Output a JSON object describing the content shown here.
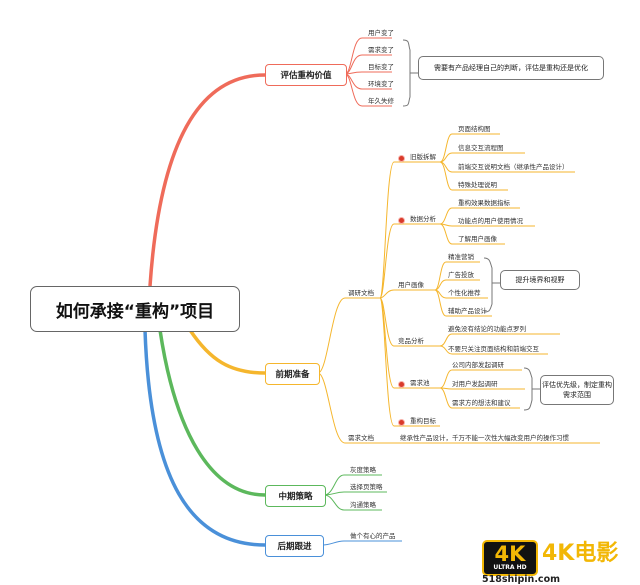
{
  "root": "如何承接“重构”项目",
  "colors": {
    "red": "#ef6b5a",
    "orange": "#f5b62d",
    "green": "#5cb85c",
    "blue": "#4a90d9"
  },
  "branches": {
    "evaluate": {
      "label": "评估重构价值",
      "items": [
        "用户变了",
        "需求变了",
        "目标变了",
        "环境变了",
        "年久失修"
      ],
      "note": "需要有产品经理自己的判断，评估是重构还是优化"
    },
    "prep": {
      "label": "前期准备",
      "research": "调研文档",
      "old_version": {
        "label": "旧版拆解",
        "items": [
          "页面结构图",
          "信息交互流程图",
          "前端交互说明文档（继承性产品设计）",
          "特殊处理说明"
        ]
      },
      "data_analysis": {
        "label": "数据分析",
        "items": [
          "重构效果数据指标",
          "功能点的用户使用情况",
          "了解用户画像"
        ]
      },
      "user_profile": {
        "label": "用户画像",
        "items": [
          "精准营销",
          "广告投放",
          "个性化推荐",
          "辅助产品设计"
        ],
        "note": "提升境界和视野"
      },
      "competitor": {
        "label": "竞品分析",
        "items": [
          "避免没有结论的功能点罗列",
          "不要只关注页面结构和前端交互"
        ]
      },
      "demand_pool": {
        "label": "需求池",
        "items": [
          "公司内部发起调研",
          "对用户发起调研",
          "需求方的想法和建议"
        ],
        "note": "评估优先级，制定重构需求范围"
      },
      "target": "重构目标",
      "demand_doc": {
        "label": "需求文档",
        "text": "继承性产品设计，千万不能一次性大幅改变用户的操作习惯"
      }
    },
    "mid": {
      "label": "中期策略",
      "items": [
        "灰度策略",
        "选择页策略",
        "沟通策略"
      ]
    },
    "late": {
      "label": "后期跟进",
      "items": [
        "做个有心的产品"
      ]
    }
  },
  "watermark": {
    "badge": "4K",
    "sub": "ULTRA HD",
    "brand": "4K电影",
    "url": "518shipin.com"
  }
}
